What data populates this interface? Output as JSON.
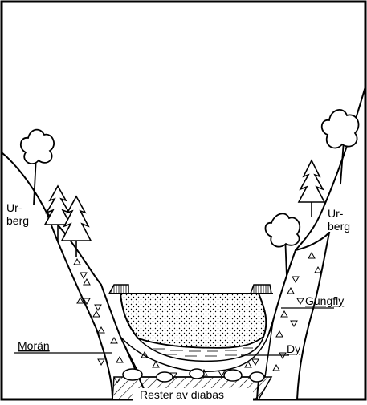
{
  "labels": {
    "urberg_left_line1": "Ur-",
    "urberg_left_line2": "berg",
    "urberg_right_line1": "Ur-",
    "urberg_right_line2": "berg",
    "gungfly": "Gungfly",
    "moran": "Morän",
    "dy": "Dy",
    "rester": "Rester av diabas"
  },
  "colors": {
    "ink": "#000000",
    "paper": "#ffffff"
  }
}
